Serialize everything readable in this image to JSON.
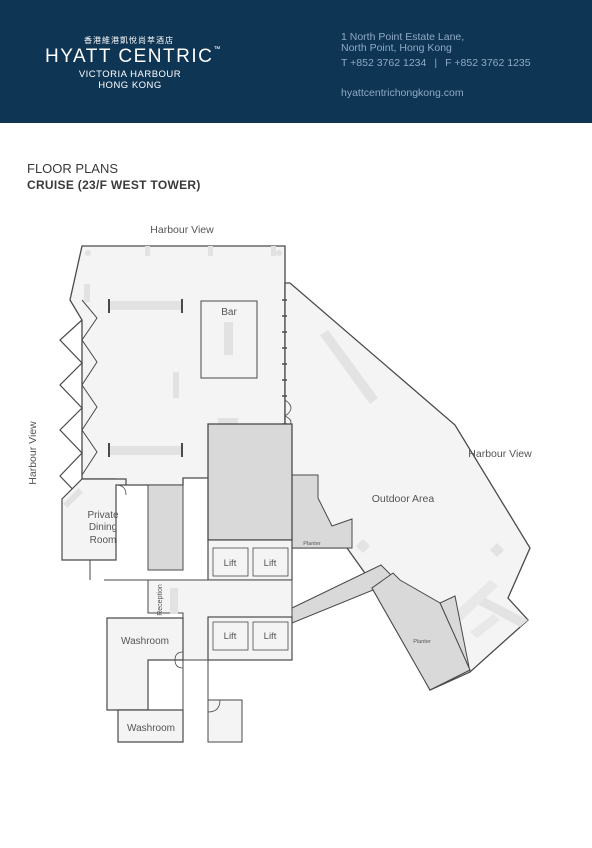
{
  "header": {
    "logo_chinese": "香港維港凱悅尚萃酒店",
    "logo_main": "HYATT CENTRIC",
    "logo_tm": "™",
    "logo_sub1": "VICTORIA HARBOUR",
    "logo_sub2": "HONG KONG",
    "address_line1": "1 North Point Estate Lane,",
    "address_line2": "North Point, Hong Kong",
    "phone": "T +852 3762 1234",
    "phone_sep": "|",
    "fax": "F +852 3762 1235",
    "website": "hyattcentrichongkong.com"
  },
  "page": {
    "title": "FLOOR PLANS",
    "subtitle": "CRUISE (23/F WEST TOWER)"
  },
  "floorplan": {
    "labels": {
      "harbour_view_top": "Harbour View",
      "harbour_view_left": "Harbour View",
      "harbour_view_right": "Harbour View",
      "bar": "Bar",
      "outdoor_area": "Outdoor Area",
      "planter_1": "Planter",
      "planter_2": "Planter",
      "private_dining_1": "Private",
      "private_dining_2": "Dining",
      "private_dining_3": "Room",
      "lift_1": "Lift",
      "lift_2": "Lift",
      "lift_3": "Lift",
      "lift_4": "Lift",
      "reception": "Reception",
      "washroom_1": "Washroom",
      "washroom_2": "Washroom"
    }
  },
  "colors": {
    "header_bg": "#0f3554",
    "header_text": "#8fa9c4",
    "floor_fill": "#f4f4f4",
    "core_fill": "#d9d9d9",
    "wall": "#4a4a4a"
  }
}
